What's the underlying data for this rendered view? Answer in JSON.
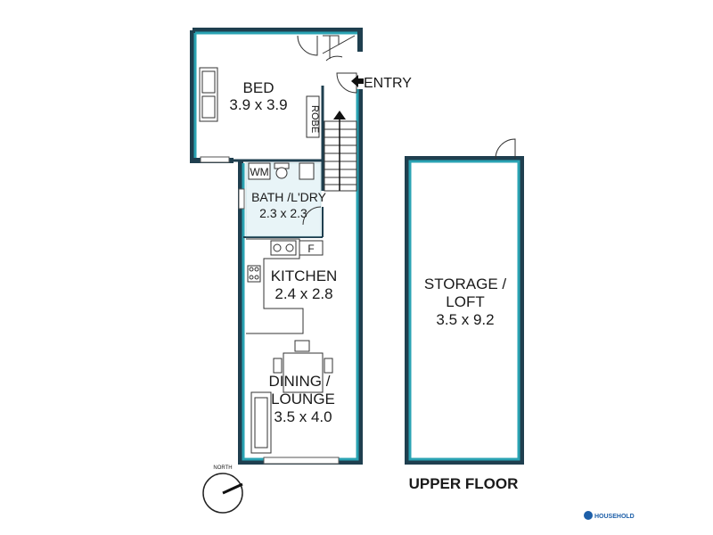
{
  "rooms": {
    "bed": {
      "name": "BED",
      "size": "3.9 x 3.9"
    },
    "robe": "ROBE",
    "entry": "ENTRY",
    "wm": "WM",
    "bath": {
      "name": "BATH /L'DRY",
      "size": "2.3 x 2.3"
    },
    "fridge": "F",
    "kitchen": {
      "name": "KITCHEN",
      "size": "2.4 x 2.8"
    },
    "dining": {
      "name_line1": "DINING /",
      "name_line2": "LOUNGE",
      "size": "3.5 x 4.0"
    },
    "storage": {
      "name_line1": "STORAGE /",
      "name_line2": "LOFT",
      "size": "3.5 x 9.2"
    }
  },
  "floor_label": "UPPER FLOOR",
  "compass_label": "NORTH",
  "logo_text": "HOUSEHOLD",
  "colors": {
    "wall_dark": "#1f3f4f",
    "wall_accent": "#2aa3b3",
    "floor_tile": "#e8f4f7"
  }
}
